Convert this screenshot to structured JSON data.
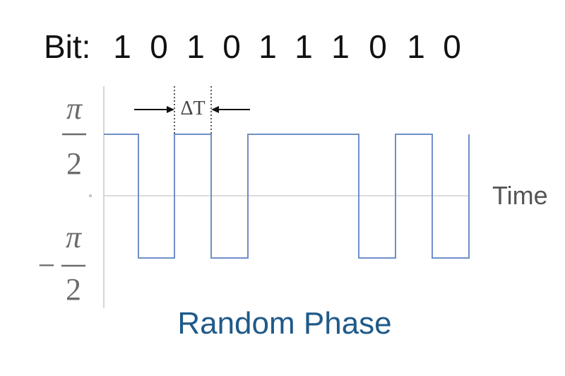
{
  "bits": {
    "prefix": "Bit:",
    "values": [
      "1",
      "0",
      "1",
      "0",
      "1",
      "1",
      "1",
      "0",
      "1",
      "0"
    ]
  },
  "y_axis": {
    "top_label": {
      "numerator": "π",
      "denominator": "2"
    },
    "bottom_label": {
      "sign": "−",
      "numerator": "π",
      "denominator": "2"
    }
  },
  "delta_t_label": "ΔT",
  "time_label": "Time",
  "caption": "Random Phase",
  "colors": {
    "waveform": "#6f8fc8",
    "axis": "#c8c8c8",
    "caption": "#1f5a8a"
  },
  "waveform_levels": [
    "+π/2",
    "−π/2",
    "+π/2",
    "−π/2",
    "+π/2",
    "+π/2",
    "+π/2",
    "−π/2",
    "+π/2",
    "−π/2"
  ]
}
